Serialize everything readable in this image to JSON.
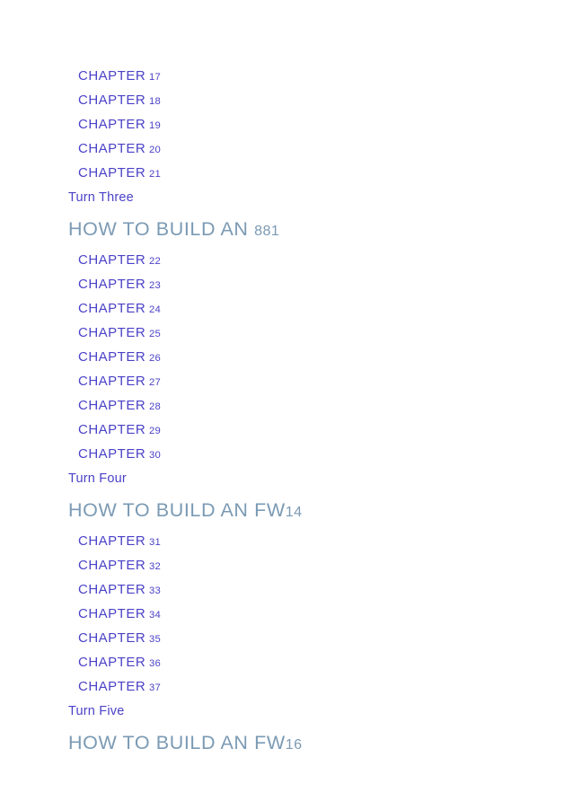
{
  "colors": {
    "background": "#ffffff",
    "link": "#4b42c7",
    "heading": "#7b9ab4"
  },
  "toc": {
    "entries": [
      {
        "type": "chapter",
        "title": "CHAPTER",
        "number": "17"
      },
      {
        "type": "chapter",
        "title": "CHAPTER",
        "number": "18"
      },
      {
        "type": "chapter",
        "title": "CHAPTER",
        "number": "19"
      },
      {
        "type": "chapter",
        "title": "CHAPTER",
        "number": "20"
      },
      {
        "type": "chapter",
        "title": "CHAPTER",
        "number": "21"
      },
      {
        "type": "turn",
        "title": "Turn Three"
      },
      {
        "type": "part",
        "prefix": "HOW TO BUILD AN ",
        "number": "881"
      },
      {
        "type": "chapter",
        "title": "CHAPTER",
        "number": "22"
      },
      {
        "type": "chapter",
        "title": "CHAPTER",
        "number": "23"
      },
      {
        "type": "chapter",
        "title": "CHAPTER",
        "number": "24"
      },
      {
        "type": "chapter",
        "title": "CHAPTER",
        "number": "25"
      },
      {
        "type": "chapter",
        "title": "CHAPTER",
        "number": "26"
      },
      {
        "type": "chapter",
        "title": "CHAPTER",
        "number": "27"
      },
      {
        "type": "chapter",
        "title": "CHAPTER",
        "number": "28"
      },
      {
        "type": "chapter",
        "title": "CHAPTER",
        "number": "29"
      },
      {
        "type": "chapter",
        "title": "CHAPTER",
        "number": "30"
      },
      {
        "type": "turn",
        "title": "Turn Four"
      },
      {
        "type": "part",
        "prefix": "HOW TO BUILD AN FW",
        "number": "14"
      },
      {
        "type": "chapter",
        "title": "CHAPTER",
        "number": "31"
      },
      {
        "type": "chapter",
        "title": "CHAPTER",
        "number": "32"
      },
      {
        "type": "chapter",
        "title": "CHAPTER",
        "number": "33"
      },
      {
        "type": "chapter",
        "title": "CHAPTER",
        "number": "34"
      },
      {
        "type": "chapter",
        "title": "CHAPTER",
        "number": "35"
      },
      {
        "type": "chapter",
        "title": "CHAPTER",
        "number": "36"
      },
      {
        "type": "chapter",
        "title": "CHAPTER",
        "number": "37"
      },
      {
        "type": "turn",
        "title": "Turn Five"
      },
      {
        "type": "part",
        "prefix": "HOW TO BUILD AN FW",
        "number": "16"
      }
    ]
  }
}
